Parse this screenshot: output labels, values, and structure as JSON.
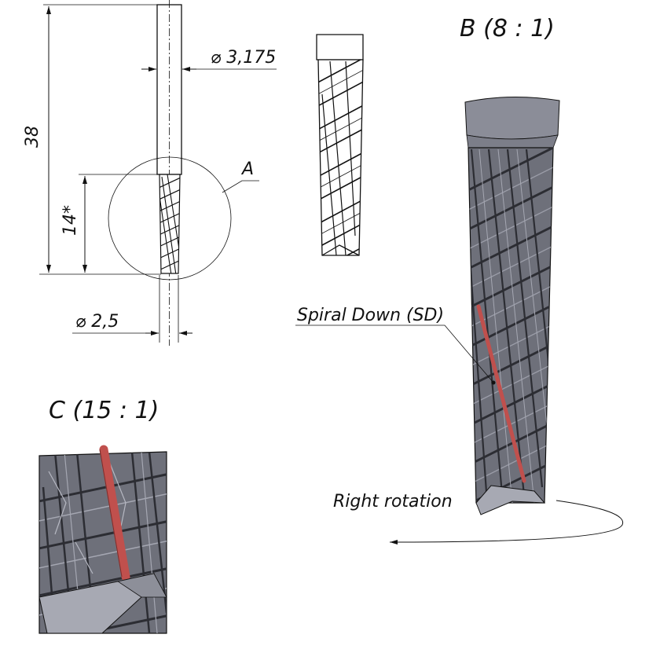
{
  "dimensions": {
    "overall_length": "38",
    "cutting_length": "14*",
    "shank_diameter": "⌀ 3,175",
    "cutting_diameter": "⌀ 2,5"
  },
  "views": {
    "detail_a": "A",
    "detail_b": "B (8 : 1)",
    "detail_c": "C (15 : 1)"
  },
  "callouts": {
    "spiral": "Spiral Down (SD)",
    "rotation": "Right rotation"
  },
  "colors": {
    "body": "#6e707a",
    "body_dark": "#4a4c55",
    "shank": "#8b8d98",
    "face": "#a7a9b3",
    "red_flute": "#c0504d"
  }
}
